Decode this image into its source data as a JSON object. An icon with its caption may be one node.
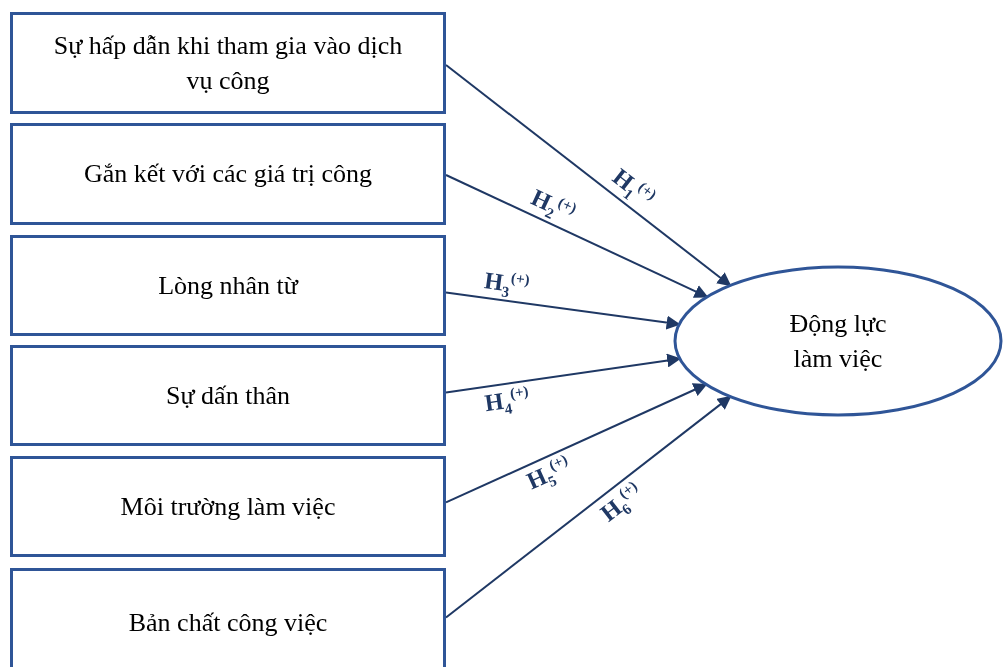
{
  "diagram": {
    "nodes": [
      {
        "text": [
          "Sự hấp dẫn khi tham gia vào dịch vụ công"
        ]
      },
      {
        "text": [
          "Gắn kết với các giá trị công"
        ]
      },
      {
        "text": [
          "Lòng nhân từ"
        ]
      },
      {
        "text": [
          "Sự dấn thân"
        ]
      },
      {
        "text": [
          "Môi trường làm việc"
        ]
      },
      {
        "text": [
          "Bản chất công việc"
        ]
      },
      {
        "text": [
          "Động lực làm việc"
        ]
      }
    ],
    "edges": [
      {
        "from": 0,
        "to": 6,
        "arrow": "to",
        "label": "H$_{1}$$^{(+)}$"
      },
      {
        "from": 1,
        "to": 6,
        "arrow": "to",
        "label": "H$_{2}$$^{(+)}$"
      },
      {
        "from": 2,
        "to": 6,
        "arrow": "to",
        "label": "H$_{3}$$^{(+)}$"
      },
      {
        "from": 3,
        "to": 6,
        "arrow": "to",
        "label": "H$_{4}$$^{(+)}$"
      },
      {
        "from": 4,
        "to": 6,
        "arrow": "to",
        "label": "H$_{5}$$^{(+)}$"
      },
      {
        "from": 5,
        "to": 6,
        "arrow": "to",
        "label": "H$_{6}$$^{(+)}$"
      }
    ]
  }
}
